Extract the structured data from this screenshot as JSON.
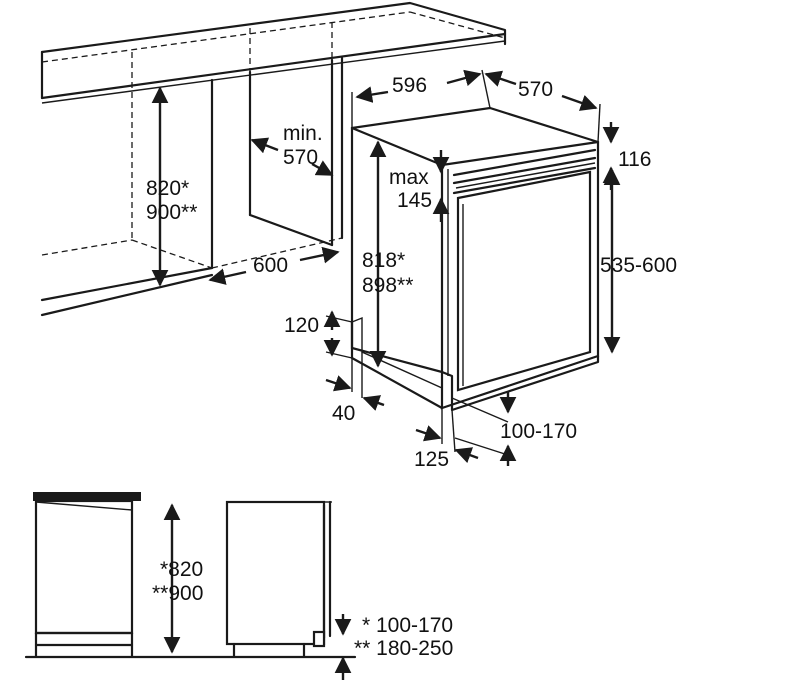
{
  "colors": {
    "line": "#1a1a1a",
    "background": "#ffffff"
  },
  "dimensions": {
    "width_596": "596",
    "depth_570": "570",
    "top_116": "116",
    "cabinet_min_label": "min.",
    "cabinet_min_value": "570",
    "cabinet_height_1": "820*",
    "cabinet_height_2": "900**",
    "cabinet_width_600": "600",
    "max_label": "max",
    "max_value": "145",
    "appliance_height_1": "818*",
    "appliance_height_2": "898**",
    "door_height": "535-600",
    "plinth_120": "120",
    "plinth_40": "40",
    "foot_125": "125",
    "foot_range": "100-170",
    "side_height_1": "*820",
    "side_height_2": "**900",
    "side_plinth_1": "* 100-170",
    "side_plinth_2": "** 180-250"
  }
}
